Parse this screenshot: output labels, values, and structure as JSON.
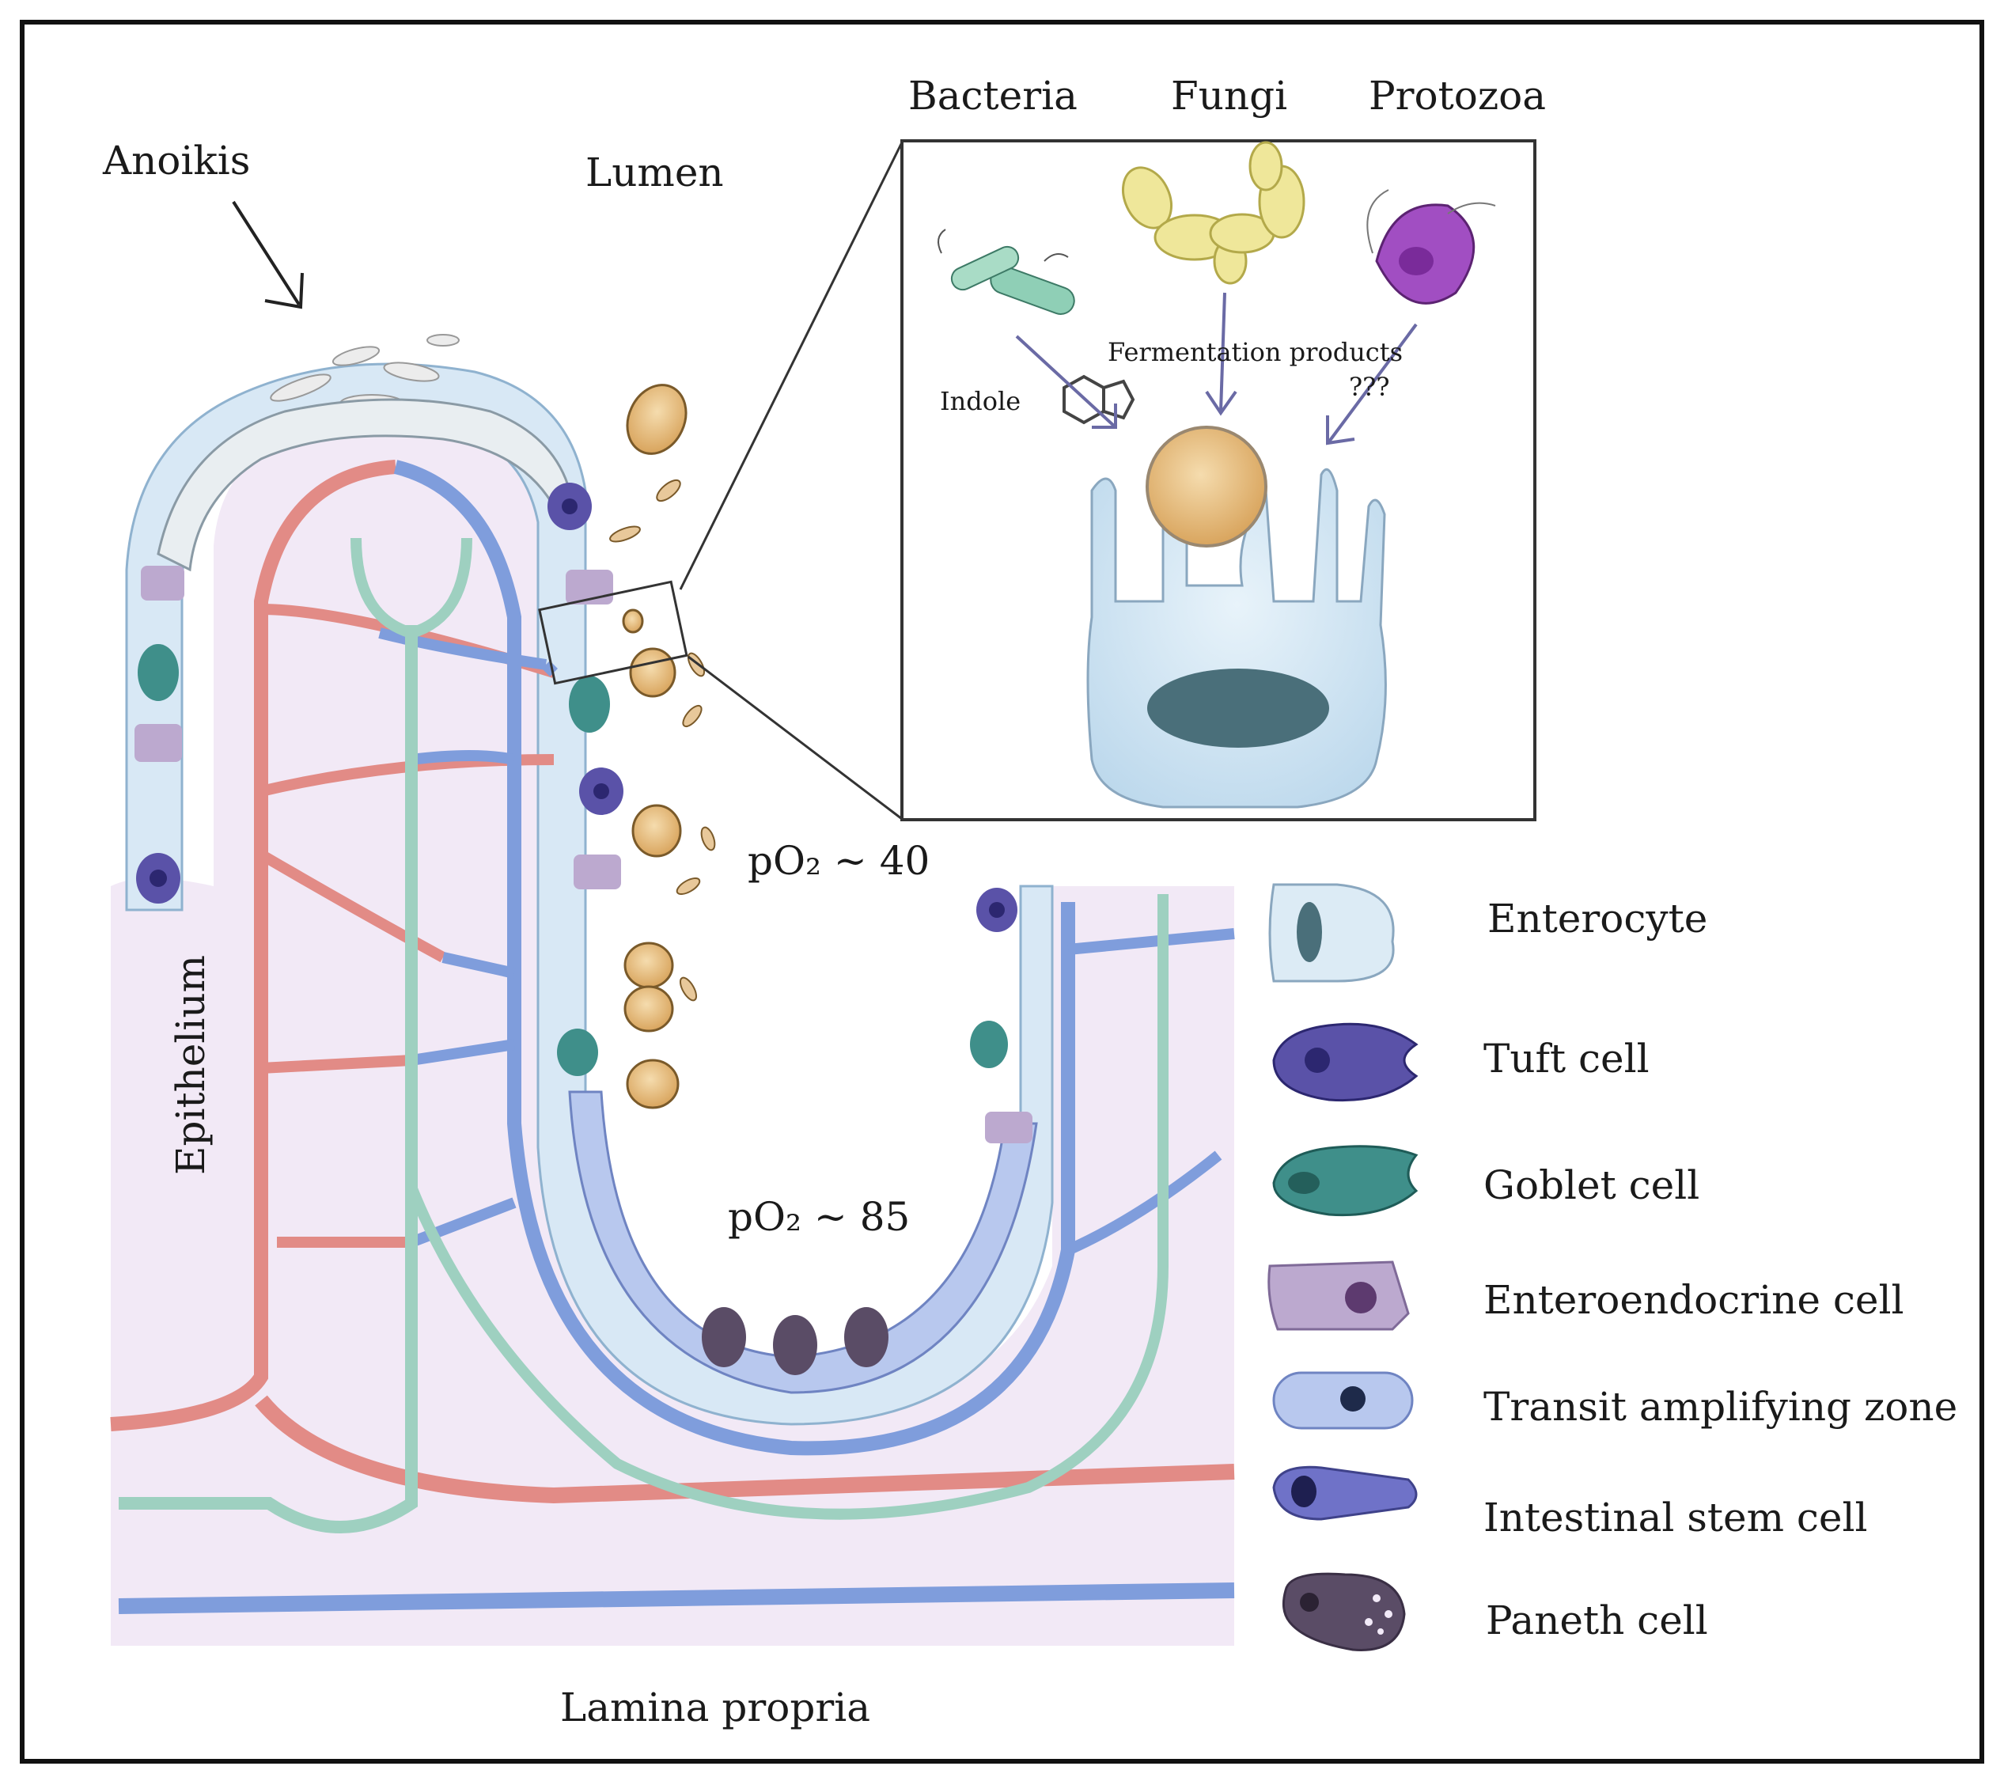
{
  "labels": {
    "anoikis": "Anoikis",
    "lumen": "Lumen",
    "epithelium": "Epithelium",
    "lamina_propria": "Lamina propria",
    "po2_upper": "pO₂ ~ 40",
    "po2_lower": "pO₂ ~ 85"
  },
  "inset": {
    "bacteria": "Bacteria",
    "fungi": "Fungi",
    "protozoa": "Protozoa",
    "indole": "Indole",
    "fermentation": "Fermentation products",
    "unknown": "???"
  },
  "legend": [
    {
      "label": "Enterocyte",
      "icon": "enterocyte-icon",
      "color": "#dcebf5"
    },
    {
      "label": "Tuft cell",
      "icon": "tuft-cell-icon",
      "color": "#5a52a8"
    },
    {
      "label": "Goblet cell",
      "icon": "goblet-cell-icon",
      "color": "#3f8f8a"
    },
    {
      "label": "Enteroendocrine cell",
      "icon": "enteroendocrine-cell-icon",
      "color": "#bca9cf"
    },
    {
      "label": "Transit amplifying zone",
      "icon": "transit-amplifying-icon",
      "color": "#b8c8ee"
    },
    {
      "label": "Intestinal stem cell",
      "icon": "intestinal-stem-cell-icon",
      "color": "#6f72c8"
    },
    {
      "label": "Paneth cell",
      "icon": "paneth-cell-icon",
      "color": "#5a4c66"
    }
  ],
  "colors": {
    "artery": "#e28b86",
    "vein": "#7f9ddc",
    "lymph": "#9ed0c0",
    "tissue": "#f2e9f6",
    "frame": "#111111"
  }
}
